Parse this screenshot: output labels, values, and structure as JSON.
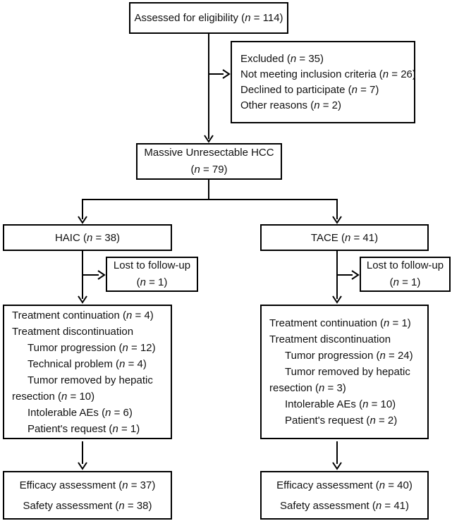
{
  "diagram": {
    "title_semantic": "CONSORT patient flow diagram: HAIC vs TACE for massive unresectable HCC",
    "colors": {
      "background": "#ffffff",
      "line": "#000000",
      "box_border": "#000000",
      "text": "#111111"
    },
    "boxes": {
      "eligibility": {
        "lines": [
          {
            "text": "Assessed for eligibility (n = 114)",
            "indent": 0
          }
        ]
      },
      "excluded": {
        "lines": [
          {
            "text": "Excluded (n = 35)",
            "indent": 0
          },
          {
            "text": "Not meeting inclusion criteria (n = 26)",
            "indent": 0
          },
          {
            "text": "Declined to participate (n = 7)",
            "indent": 0
          },
          {
            "text": "Other reasons (n = 2)",
            "indent": 0
          }
        ]
      },
      "hcc": {
        "lines": [
          {
            "text": "Massive Unresectable HCC",
            "indent": 0
          },
          {
            "text": "(n = 79)",
            "indent": 0
          }
        ]
      },
      "haic": {
        "lines": [
          {
            "text": "HAIC (n = 38)",
            "indent": 0
          }
        ]
      },
      "tace": {
        "lines": [
          {
            "text": "TACE (n = 41)",
            "indent": 0
          }
        ]
      },
      "lost_left": {
        "lines": [
          {
            "text": "Lost to follow-up",
            "indent": 0
          },
          {
            "text": "(n = 1)",
            "indent": 0
          }
        ]
      },
      "lost_right": {
        "lines": [
          {
            "text": "Lost to follow-up",
            "indent": 0
          },
          {
            "text": "(n = 1)",
            "indent": 0
          }
        ]
      },
      "haic_outcomes": {
        "lines": [
          {
            "text": "Treatment continuation (n = 4)",
            "indent": 0
          },
          {
            "text": "Treatment discontinuation",
            "indent": 0
          },
          {
            "text": "Tumor progression (n = 12)",
            "indent": 1
          },
          {
            "text": "Technical problem (n = 4)",
            "indent": 1
          },
          {
            "text": "Tumor removed by hepatic",
            "indent": 1
          },
          {
            "text": "resection (n = 10)",
            "indent": 0
          },
          {
            "text": "Intolerable AEs (n = 6)",
            "indent": 1
          },
          {
            "text": "Patient's request (n = 1)",
            "indent": 1
          }
        ]
      },
      "tace_outcomes": {
        "lines": [
          {
            "text": "Treatment continuation (n = 1)",
            "indent": 0
          },
          {
            "text": "Treatment discontinuation",
            "indent": 0
          },
          {
            "text": "Tumor progression (n = 24)",
            "indent": 1
          },
          {
            "text": "Tumor removed by hepatic",
            "indent": 1
          },
          {
            "text": "resection (n = 3)",
            "indent": 0
          },
          {
            "text": "Intolerable AEs (n = 10)",
            "indent": 1
          },
          {
            "text": "Patient's request (n = 2)",
            "indent": 1
          }
        ]
      },
      "assessment_left": {
        "lines": [
          {
            "text": "Efficacy assessment (n = 37)",
            "indent": 0
          },
          {
            "text": "Safety assessment (n = 38)",
            "indent": 0
          }
        ]
      },
      "assessment_right": {
        "lines": [
          {
            "text": "Efficacy assessment (n = 40)",
            "indent": 0
          },
          {
            "text": "Safety assessment (n = 41)",
            "indent": 0
          }
        ]
      }
    }
  }
}
